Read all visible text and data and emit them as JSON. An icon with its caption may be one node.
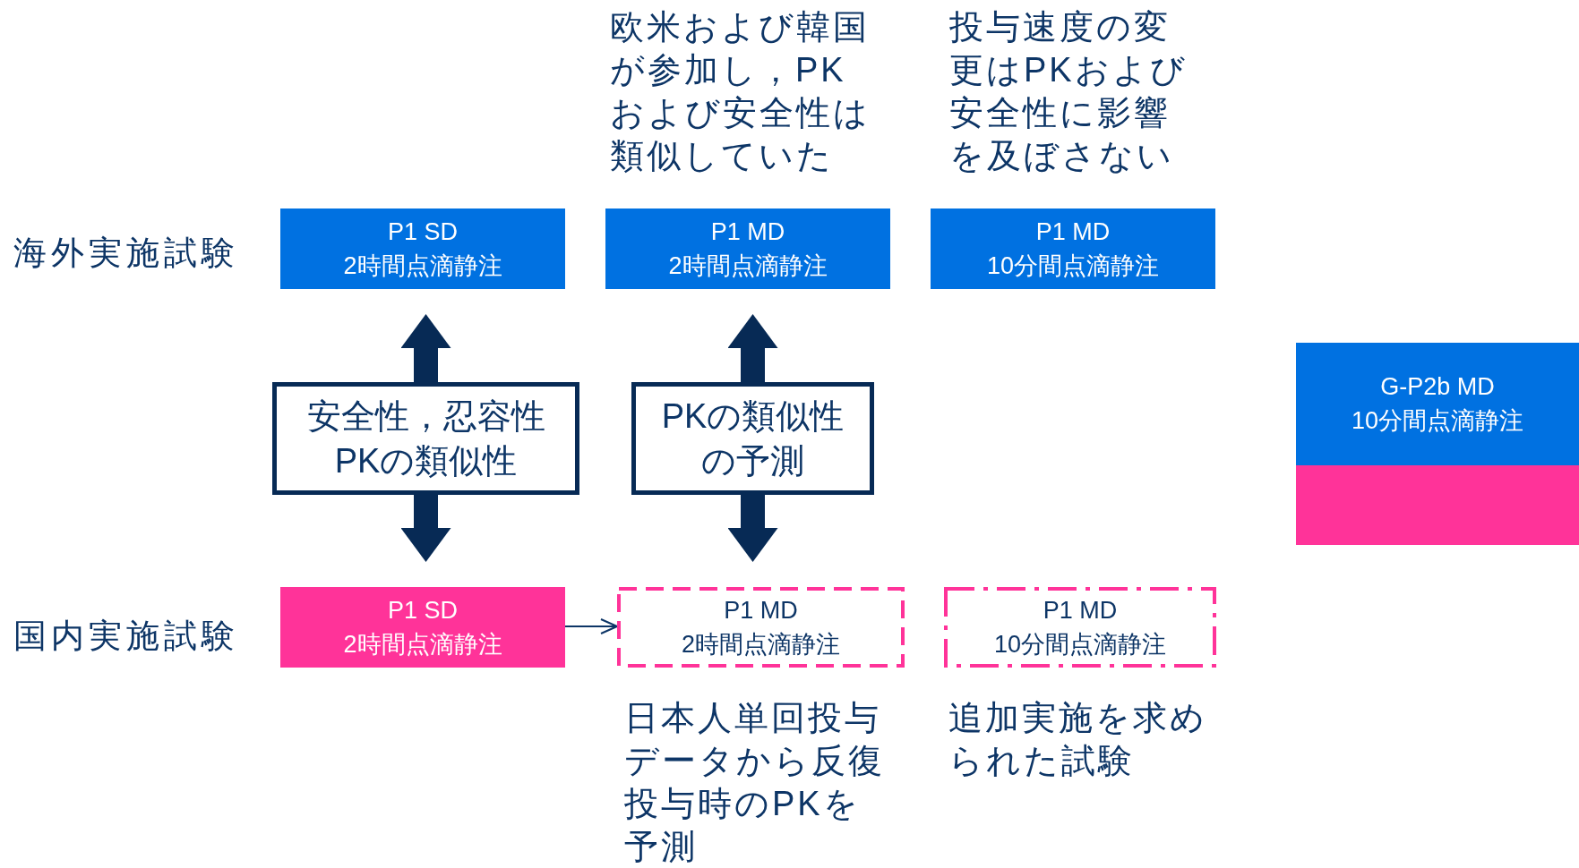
{
  "diagram": {
    "nodes": [
      {
        "text": [
          "P1 SD",
          "2時間点滴静注"
        ]
      },
      {
        "text": [
          "P1 MD",
          "2時間点滴静注"
        ],
        "beside": [
          "欧米および韓国が参加し，PKおよび安全性は類似していた"
        ]
      },
      {
        "text": [
          "P1 MD",
          "10分間点滴静注"
        ],
        "beside": [
          "投与速度の変更はPKおよび安全性に影響を及ぼさない"
        ]
      },
      {
        "text": [
          "安全性，忍容性",
          "PKの類似性"
        ]
      },
      {
        "text": [
          "PKの類似性",
          "の予測"
        ]
      },
      {
        "text": [
          "G-P2b MD",
          "10分間点滴静注"
        ]
      },
      {
        "text": [
          "P1 SD",
          "2時間点滴静注"
        ]
      },
      {
        "text": [
          "P1 MD",
          "2時間点滴静注"
        ],
        "beside": [
          "日本人単回投与データから反復投与時のPKを予測"
        ]
      },
      {
        "text": [
          "P1 MD",
          "10分間点滴静注"
        ],
        "beside": [
          "追加実施を求められた試験"
        ]
      }
    ],
    "edges": [
      {
        "from": 3,
        "to": 0,
        "arrow": "to"
      },
      {
        "from": 3,
        "to": 6,
        "arrow": "to"
      },
      {
        "from": 4,
        "to": 1,
        "arrow": "to"
      },
      {
        "from": 4,
        "to": 7,
        "arrow": "to"
      },
      {
        "from": 6,
        "to": 7,
        "arrow": "to"
      }
    ],
    "labels": [
      "海外実施試験",
      "国内実施試験"
    ]
  }
}
